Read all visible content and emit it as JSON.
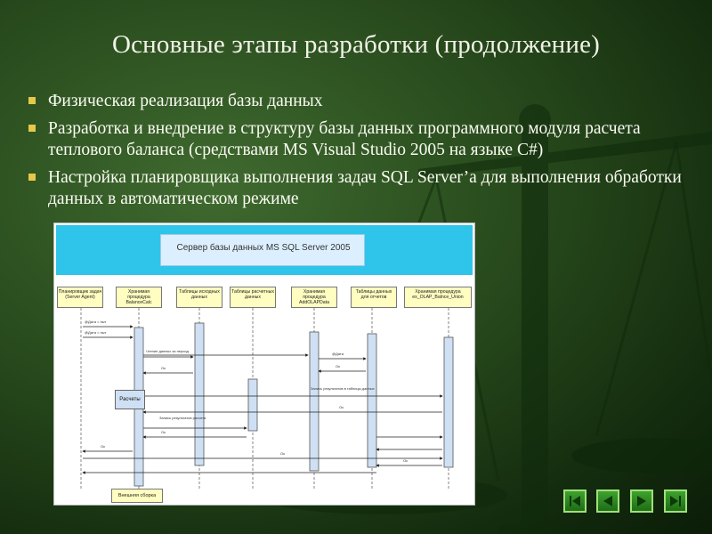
{
  "slide": {
    "title": "Основные этапы разработки (продолжение)",
    "bullets": [
      "Физическая реализация базы данных",
      "Разработка и внедрение в структуру базы данных программного модуля расчета теплового баланса (средствами MS Visual Studio 2005 на языке C#)",
      "Настройка планировщика выполнения задач SQL Server’а для выполнения обработки данных в автоматическом режиме"
    ],
    "colors": {
      "bullet_marker": "#e6c84a",
      "title_text": "#f2f2e8",
      "background": "#27491c"
    }
  },
  "diagram": {
    "server_label": "Сервер базы данных MS SQL Server 2005",
    "lanes": [
      "Планировщик задач (Server Agent)",
      "Хранимая процедура BalanceCalc",
      "Таблицы исходных данных",
      "Таблицы расчетных данных",
      "Хранимая процедура AddOLAPData",
      "Таблицы данных для отчетов",
      "Хранимая процедура ex_OLAP_Balnce_Union"
    ],
    "calc_box": "Расчеты",
    "external_box": "Внешняя сборка",
    "messages": [
      "@Дата = пыт",
      "@Дата = пыт",
      "Чтение данных за период",
      "Ок",
      "@Дата",
      "Ок",
      "Запись результатов расчета",
      "Ок",
      "Запись результатов в таблицы данных",
      "Ок",
      "Ок",
      "Ок",
      "Ок"
    ]
  },
  "nav": {
    "buttons": [
      {
        "icon": "first-slide-icon"
      },
      {
        "icon": "prev-slide-icon"
      },
      {
        "icon": "next-slide-icon"
      },
      {
        "icon": "last-slide-icon"
      }
    ]
  }
}
